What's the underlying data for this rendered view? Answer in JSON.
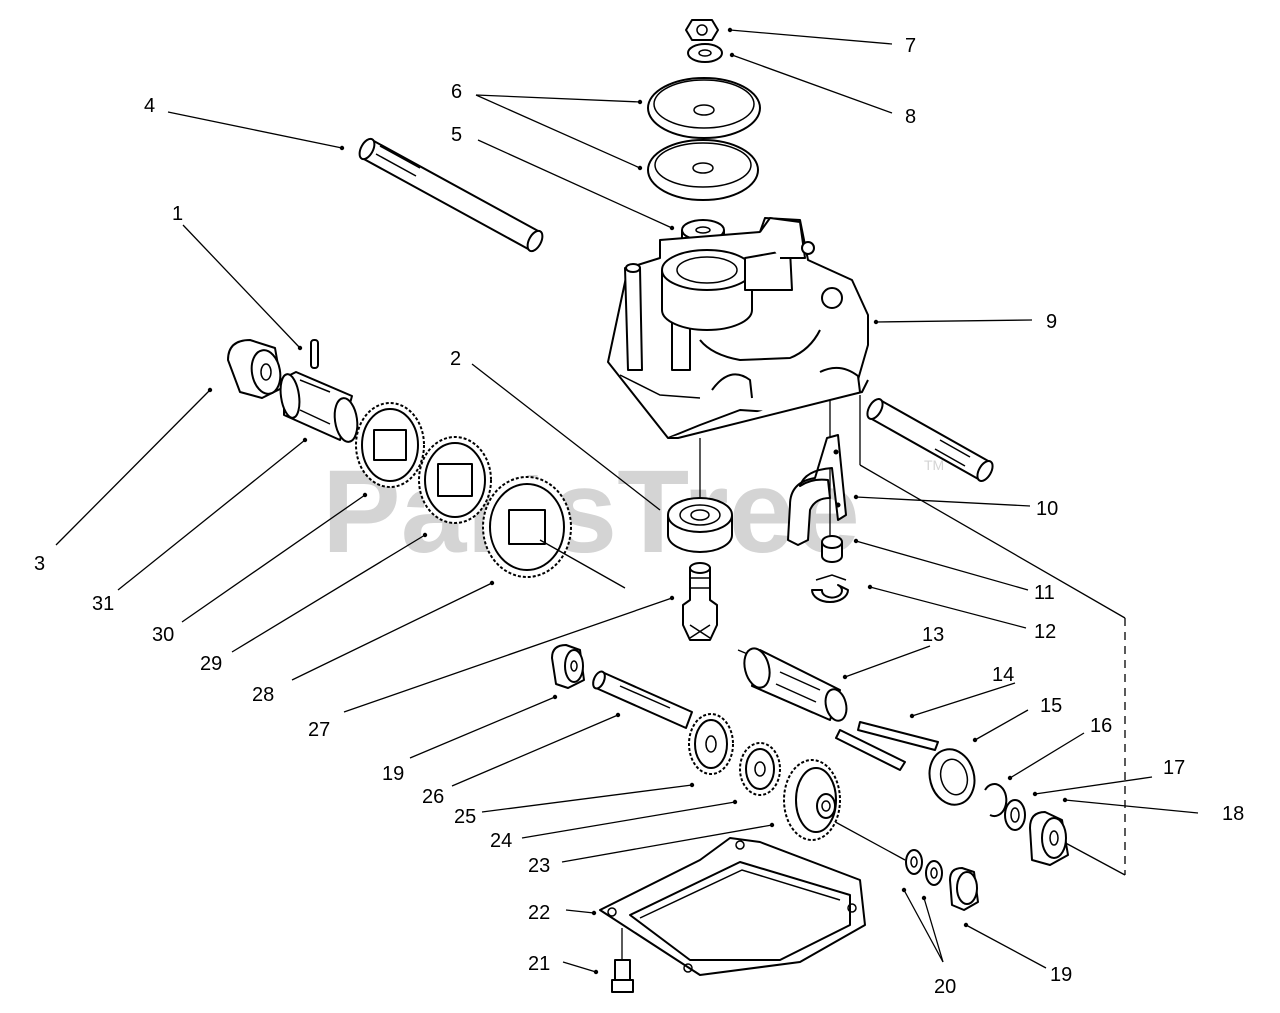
{
  "watermark": {
    "text": "PartsTree",
    "trademark": "TM"
  },
  "callouts": {
    "c1": "1",
    "c2": "2",
    "c3": "3",
    "c4": "4",
    "c5": "5",
    "c6": "6",
    "c7": "7",
    "c8": "8",
    "c9": "9",
    "c10": "10",
    "c11": "11",
    "c12": "12",
    "c13": "13",
    "c14": "14",
    "c15": "15",
    "c16": "16",
    "c17": "17",
    "c18": "18",
    "c19a": "19",
    "c19b": "19",
    "c20": "20",
    "c21": "21",
    "c22": "22",
    "c23": "23",
    "c24": "24",
    "c25": "25",
    "c26": "26",
    "c27": "27",
    "c28": "28",
    "c29": "29",
    "c30": "30",
    "c31": "31"
  },
  "colors": {
    "line": "#000000",
    "watermark": "#d4d4d4",
    "background": "#ffffff"
  }
}
